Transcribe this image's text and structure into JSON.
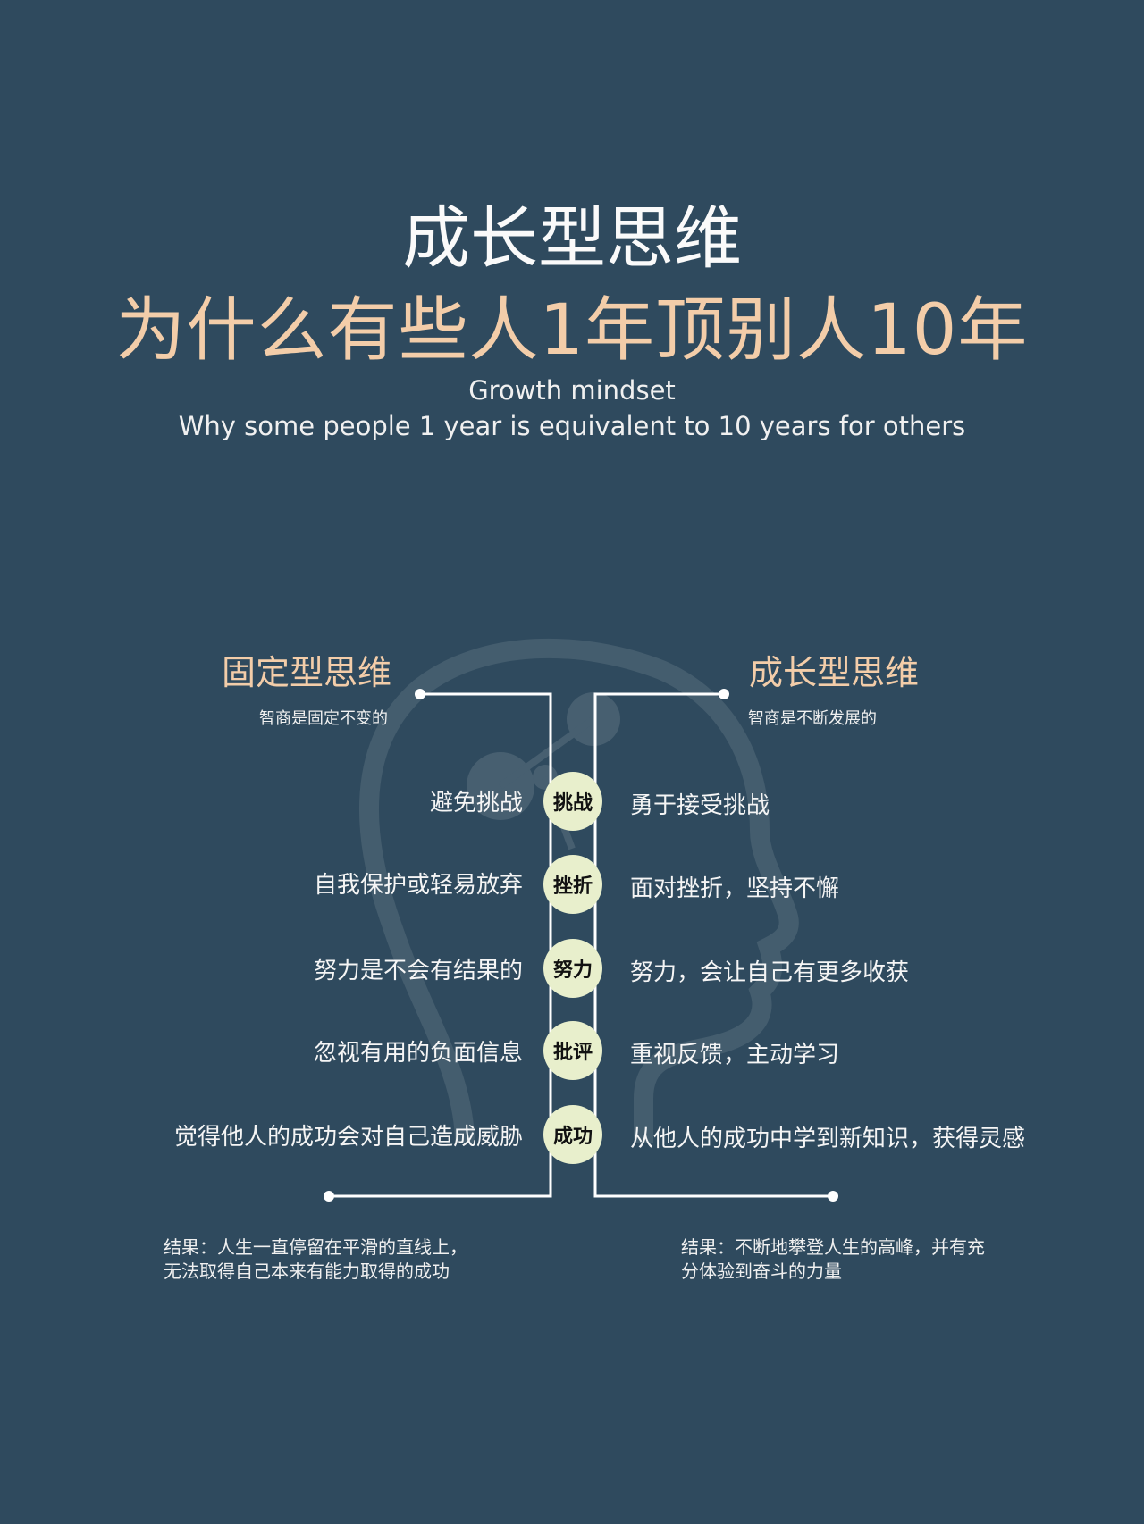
{
  "header": {
    "title_cn": "成长型思维",
    "subtitle_cn": "为什么有些人1年顶别人10年",
    "title_en": "Growth mindset",
    "subtitle_en": "Why some people 1 year is equivalent to 10 years for others"
  },
  "fixed": {
    "title": "固定型思维",
    "desc": "智商是固定不变的",
    "result_line1": "结果：人生一直停留在平滑的直线上，",
    "result_line2": "无法取得自己本来有能力取得的成功"
  },
  "growth": {
    "title": "成长型思维",
    "desc": "智商是不断发展的",
    "result_line1": "结果：不断地攀登人生的高峰，并有充",
    "result_line2": "分体验到奋斗的力量"
  },
  "rows": [
    {
      "topic": "挑战",
      "fixed": "避免挑战",
      "growth": "勇于接受挑战"
    },
    {
      "topic": "挫折",
      "fixed": "自我保护或轻易放弃",
      "growth": "面对挫折，坚持不懈"
    },
    {
      "topic": "努力",
      "fixed": "努力是不会有结果的",
      "growth": "努力，会让自己有更多收获"
    },
    {
      "topic": "批评",
      "fixed": "忽视有用的负面信息",
      "growth": "重视反馈，主动学习"
    },
    {
      "topic": "成功",
      "fixed": "觉得他人的成功会对自己造成威胁",
      "growth": "从他人的成功中学到新知识，获得灵感"
    }
  ],
  "colors": {
    "background": "#2f4a5e",
    "accent": "#f3cda9",
    "badge": "#e8efcc"
  }
}
